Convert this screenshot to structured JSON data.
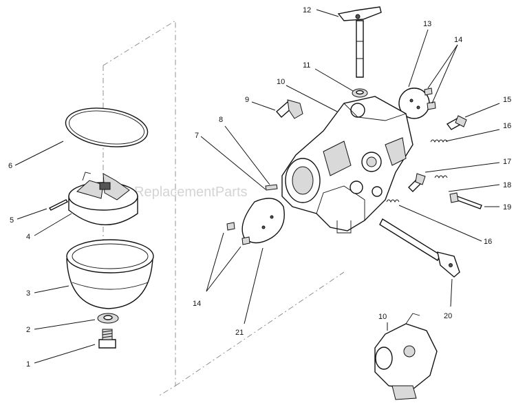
{
  "watermark": "ReplacementParts",
  "callouts": {
    "c1": "1",
    "c2": "2",
    "c3": "3",
    "c4": "4",
    "c5": "5",
    "c6": "6",
    "c7": "7",
    "c8": "8",
    "c9": "9",
    "c10": "10",
    "c10b": "10",
    "c11": "11",
    "c12": "12",
    "c13": "13",
    "c14a": "14",
    "c14b": "14",
    "c15": "15",
    "c16a": "16",
    "c16b": "16",
    "c17": "17",
    "c18": "18",
    "c19": "19",
    "c20": "20",
    "c21": "21"
  }
}
